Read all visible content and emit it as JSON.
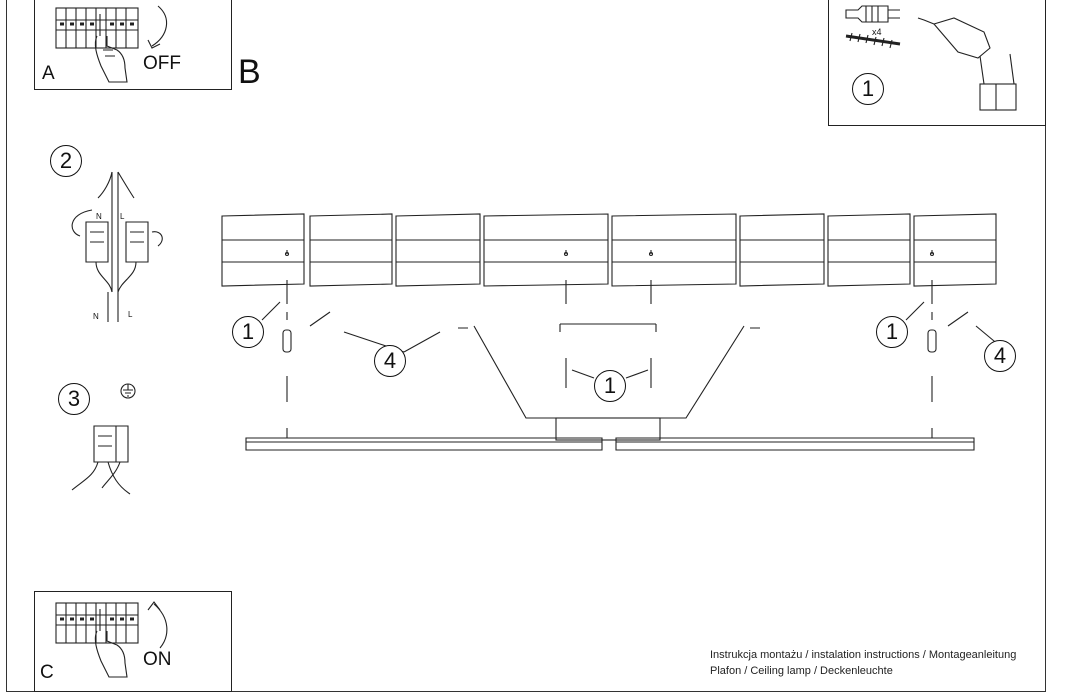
{
  "panel_a": {
    "letter": "A",
    "action": "OFF"
  },
  "panel_c": {
    "letter": "C",
    "action": "ON"
  },
  "section_b": {
    "letter": "B"
  },
  "tools": {
    "step": "1",
    "qty": "x4"
  },
  "steps": {
    "wiring": "2",
    "ground": "3",
    "wire_neutral": "N",
    "wire_live": "L",
    "terminal_n": "N",
    "terminal_l": "L"
  },
  "callouts": {
    "screw": "1",
    "cable": "4"
  },
  "footer": {
    "line1": "Instrukcja montażu / instalation instructions / Montageanleitung",
    "line2": "Plafon / Ceiling lamp / Deckenleuchte"
  }
}
